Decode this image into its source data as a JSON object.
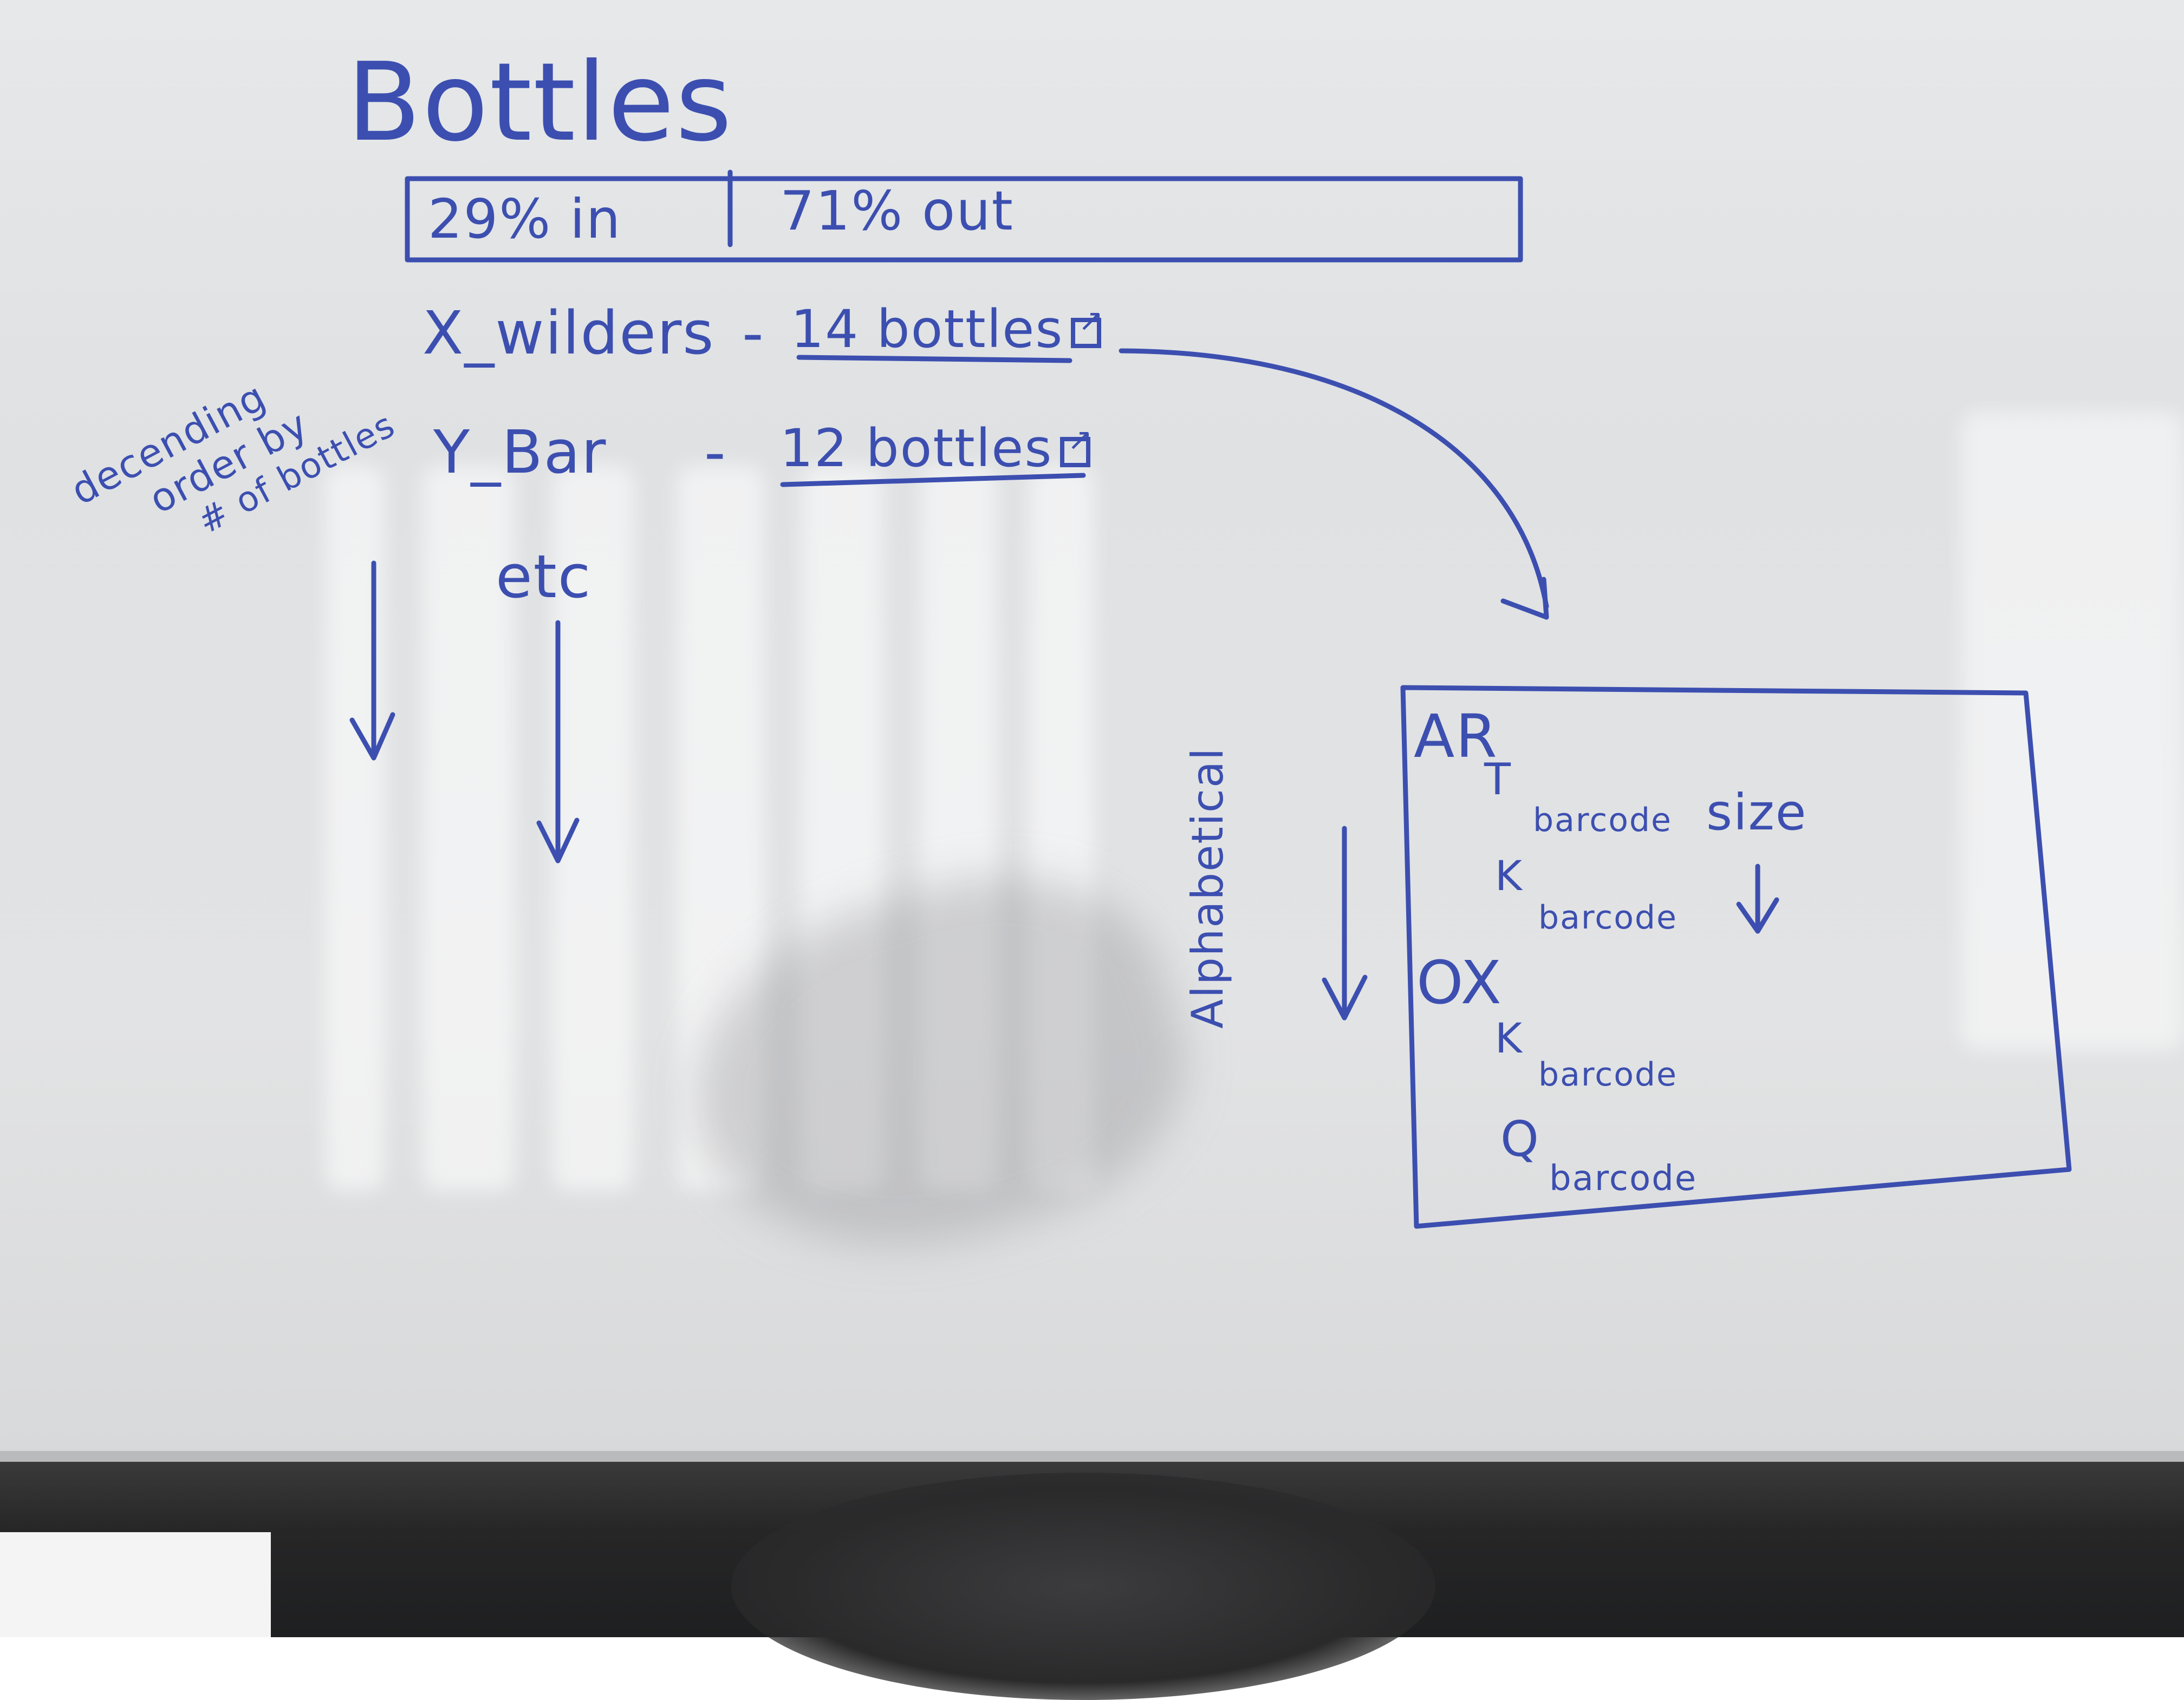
{
  "whiteboard": {
    "title": "Bottles",
    "bar": {
      "in_label": "29% in",
      "out_label": "71% out",
      "in_fraction": 0.29
    },
    "list": [
      {
        "name": "X_wilders",
        "count": "14 bottles",
        "icon": "external-link-icon"
      },
      {
        "name": "Y_Bar",
        "count": "12 bottles",
        "icon": "external-link-icon"
      }
    ],
    "etc": "etc",
    "sort_note": [
      "decending",
      "order by",
      "# of bottles"
    ],
    "alpha_note": "Alphabetical",
    "detail_box": {
      "group1": "AR",
      "g1_item1": "T",
      "g1_sub1": "barcode",
      "size_label": "size",
      "g1_item2": "K",
      "g1_sub2": "barcode",
      "group2": "OX",
      "g2_item1": "K",
      "g2_sub1": "barcode",
      "g2_item2": "Q",
      "g2_sub2": "barcode"
    },
    "ink_color": "#3c4fb0"
  }
}
